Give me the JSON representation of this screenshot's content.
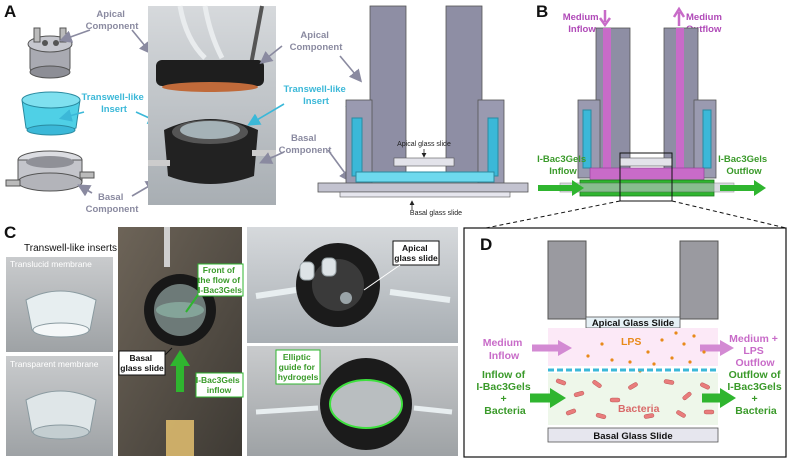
{
  "panels": {
    "a": "A",
    "b": "B",
    "c": "C",
    "d": "D"
  },
  "panel_a": {
    "photo_left": {
      "apical": [
        "Apical",
        "Component"
      ],
      "insert": [
        "Transwell-like",
        "Insert"
      ],
      "basal": [
        "Basal",
        "Component"
      ]
    },
    "photo_right": {
      "apical": [
        "Apical",
        "Component"
      ],
      "insert": [
        "Transwell-like",
        "Insert"
      ],
      "basal": [
        "Basal",
        "Component"
      ]
    },
    "apical_glass_slide": "Apical glass slide",
    "basal_glass_slide": "Basal glass slide"
  },
  "panel_b": {
    "medium_inflow": [
      "Medium",
      "Inflow"
    ],
    "medium_outflow": [
      "Medium",
      "Outflow"
    ],
    "gel_inflow": [
      "I-Bac3Gels",
      "Inflow"
    ],
    "gel_outflow": [
      "I-Bac3Gels",
      "Outflow"
    ]
  },
  "panel_c": {
    "inserts_title": "Transwell-like inserts",
    "translucid": "Translucid membrane",
    "transparent": "Transparent membrane",
    "front_flow": [
      "Front of",
      "the flow of",
      "I-Bac3Gels"
    ],
    "basal_glass": [
      "Basal",
      "glass slide"
    ],
    "gel_inflow": [
      "I-Bac3Gels",
      "inflow"
    ],
    "apical_glass": [
      "Apical",
      "glass slide"
    ],
    "elliptic": [
      "Elliptic",
      "guide for",
      "hydrogels"
    ]
  },
  "panel_d": {
    "apical_slide": "Apical Glass Slide",
    "basal_slide": "Basal Glass Slide",
    "medium_inflow": [
      "Medium",
      "Inflow"
    ],
    "medium_outflow": [
      "Medium +",
      "LPS",
      "Outflow"
    ],
    "lps": "LPS",
    "bacteria": "Bacteria",
    "inflow_gel": [
      "Inflow of",
      "I-Bac3Gels",
      "+",
      "Bacteria"
    ],
    "outflow_gel": [
      "Outflow of",
      "I-Bac3Gels",
      "+",
      "Bacteria"
    ]
  },
  "colors": {
    "cyan": "#3bb8d8",
    "magenta": "#c86bc8",
    "green": "#2fb52f",
    "grey_component": "#7a7a8c"
  }
}
